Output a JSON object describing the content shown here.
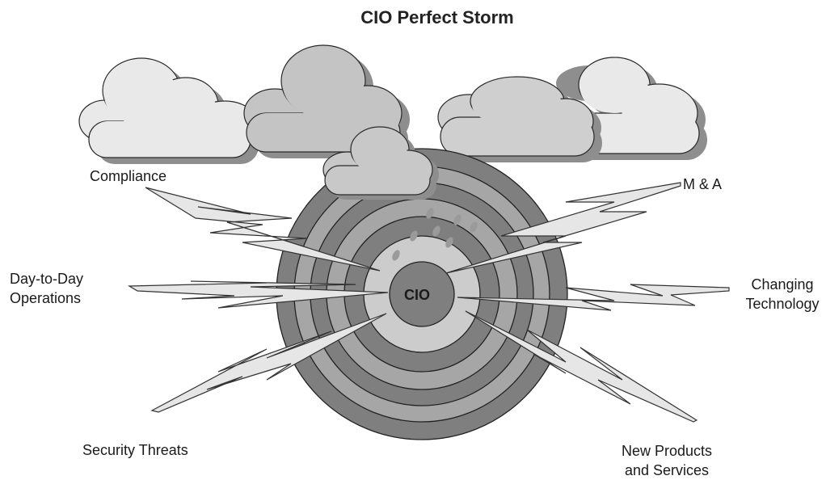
{
  "title": "CIO Perfect Storm",
  "center": {
    "label": "CIO"
  },
  "forces": [
    {
      "label": "Compliance"
    },
    {
      "label": "M & A"
    },
    {
      "label_lines": [
        "Day-to-Day",
        "Operations"
      ]
    },
    {
      "label_lines": [
        "Changing",
        "Technology"
      ]
    },
    {
      "label": "Security Threats"
    },
    {
      "label_lines": [
        "New Products",
        "and Services"
      ]
    }
  ],
  "colors": {
    "ring_dark": "#7f7f7f",
    "ring_mid": "#a6a6a6",
    "ring_light": "#cccccc",
    "bolt_fill": "#e6e6e6",
    "cloud_light": "#e9e9e9",
    "cloud_mid": "#c4c4c4",
    "cloud_shadow": "#8e8e8e"
  },
  "icons": [
    "storm-cloud-icon",
    "lightning-bolt-icon",
    "raindrop-icon",
    "target-rings-icon"
  ]
}
